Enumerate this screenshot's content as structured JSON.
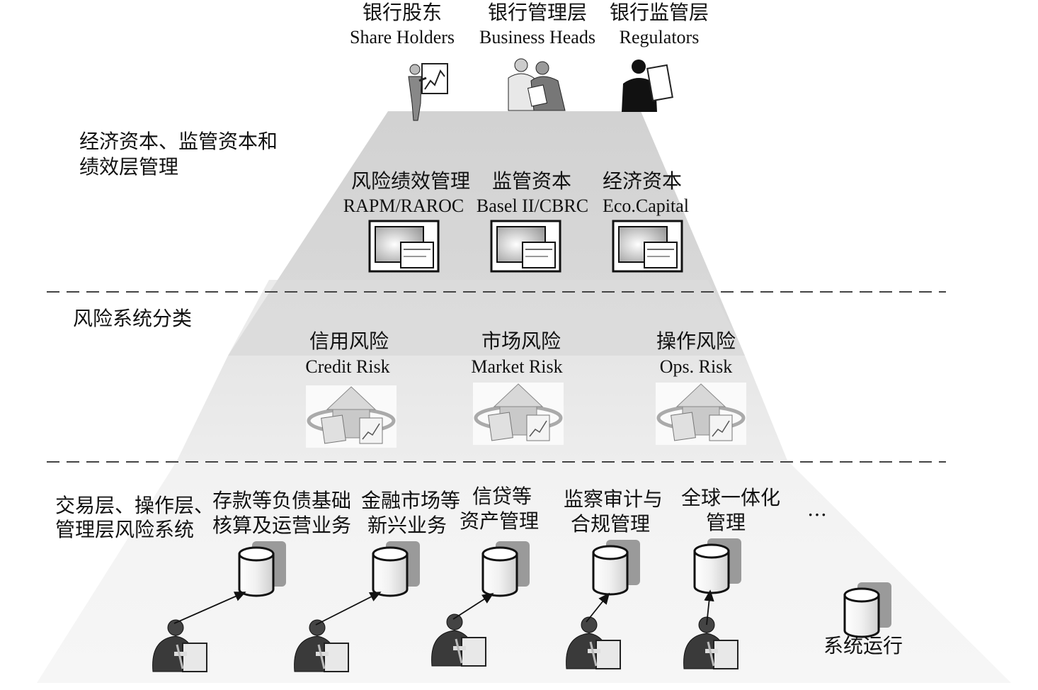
{
  "top": {
    "stakeholders": [
      {
        "cn": "银行股东",
        "en": "Share Holders"
      },
      {
        "cn": "银行管理层",
        "en": "Business Heads"
      },
      {
        "cn": "银行监管层",
        "en": "Regulators"
      }
    ]
  },
  "layers": {
    "capital": {
      "label_line1": "经济资本、监管资本和",
      "label_line2": "绩效层管理",
      "items": [
        {
          "cn": "风险绩效管理",
          "en": "RAPM/RAROC"
        },
        {
          "cn": "监管资本",
          "en": "Basel II/CBRC"
        },
        {
          "cn": "经济资本",
          "en": "Eco.Capital"
        }
      ]
    },
    "risk": {
      "label": "风险系统分类",
      "items": [
        {
          "cn": "信用风险",
          "en": "Credit Risk"
        },
        {
          "cn": "市场风险",
          "en": "Market Risk"
        },
        {
          "cn": "操作风险",
          "en": "Ops. Risk"
        }
      ]
    },
    "operations": {
      "label_line1": "交易层、操作层、",
      "label_line2": "管理层风险系统",
      "items": [
        {
          "line1": "存款等负债基础",
          "line2": "核算及运营业务"
        },
        {
          "line1": "金融市场等",
          "line2": "新兴业务"
        },
        {
          "line1": "信贷等",
          "line2": "资产管理"
        },
        {
          "line1": "监察审计与",
          "line2": "合规管理"
        },
        {
          "line1": "全球一体化",
          "line2": "管理"
        }
      ],
      "ellipsis": "…",
      "system_run": "系统运行"
    }
  },
  "colors": {
    "pyramid_top": "#d6d6d6",
    "pyramid_mid": "#e4e4e4",
    "pyramid_bottom": "#f0f0f0",
    "dash": "#444444"
  }
}
